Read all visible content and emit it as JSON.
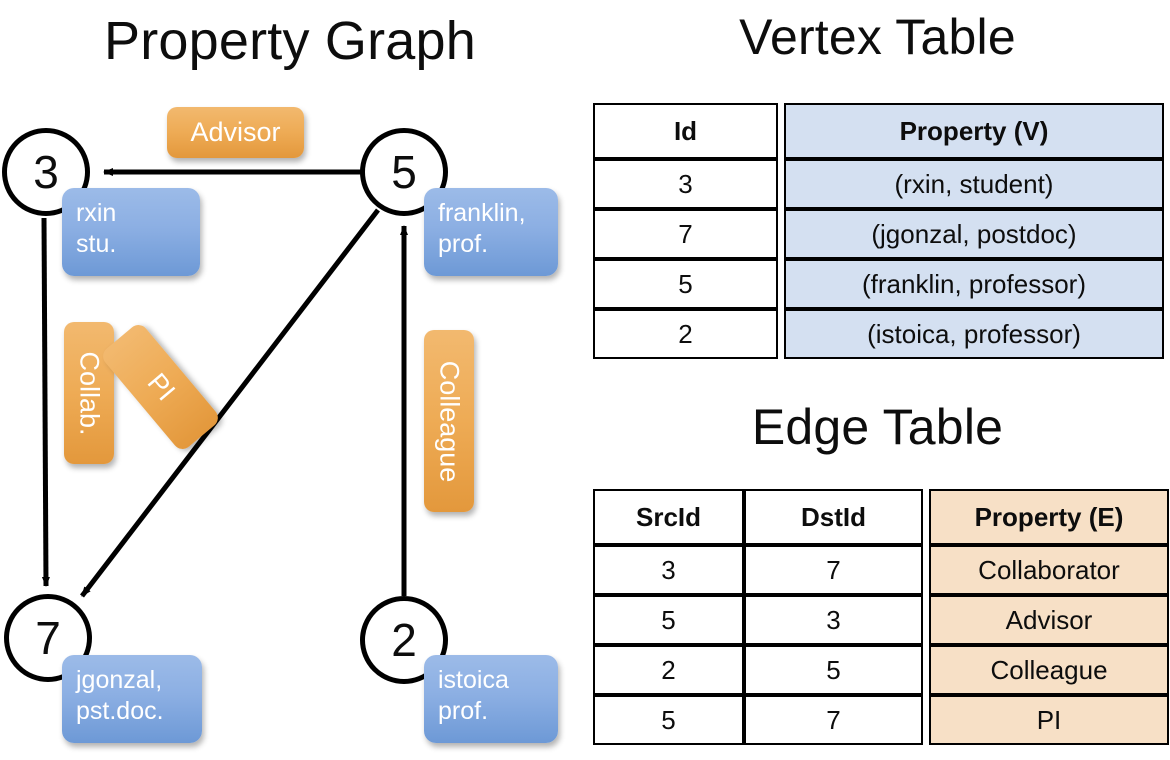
{
  "titles": {
    "property_graph": "Property Graph",
    "vertex_table": "Vertex Table",
    "edge_table": "Edge Table"
  },
  "colors": {
    "vertex_property_fill": "#d4e0f1",
    "edge_property_fill": "#f7e0c6",
    "node_property_box": "#8cafe3",
    "edge_label_box": "#eeab55",
    "stroke": "#000000"
  },
  "graph": {
    "nodes": [
      {
        "id": "3",
        "property_label": "rxin\nstu.",
        "property_line1": "rxin",
        "property_line2": "stu."
      },
      {
        "id": "5",
        "property_label": "franklin, prof.",
        "property_line1": "franklin,",
        "property_line2": "prof."
      },
      {
        "id": "7",
        "property_label": "jgonzal, pst.doc.",
        "property_line1": "jgonzal,",
        "property_line2": "pst.doc."
      },
      {
        "id": "2",
        "property_label": "istoica prof.",
        "property_line1": "istoica",
        "property_line2": "prof."
      }
    ],
    "edge_labels": [
      {
        "name": "advisor",
        "text": "Advisor",
        "orientation": "horizontal"
      },
      {
        "name": "collab",
        "text": "Collab.",
        "orientation": "vertical"
      },
      {
        "name": "pi",
        "text": "PI",
        "orientation": "diagonal"
      },
      {
        "name": "colleague",
        "text": "Colleague",
        "orientation": "vertical"
      }
    ],
    "edges": [
      {
        "from": "5",
        "to": "3",
        "label": "Advisor"
      },
      {
        "from": "3",
        "to": "7",
        "label": "Collab."
      },
      {
        "from": "5",
        "to": "7",
        "label": "PI"
      },
      {
        "from": "2",
        "to": "5",
        "label": "Colleague"
      }
    ]
  },
  "vertex_table": {
    "headers": [
      "Id",
      "Property (V)"
    ],
    "rows": [
      {
        "id": "3",
        "property": "(rxin, student)"
      },
      {
        "id": "7",
        "property": "(jgonzal, postdoc)"
      },
      {
        "id": "5",
        "property": "(franklin, professor)"
      },
      {
        "id": "2",
        "property": "(istoica, professor)"
      }
    ]
  },
  "edge_table": {
    "headers": [
      "SrcId",
      "DstId",
      "Property (E)"
    ],
    "rows": [
      {
        "src": "3",
        "dst": "7",
        "property": "Collaborator"
      },
      {
        "src": "5",
        "dst": "3",
        "property": "Advisor"
      },
      {
        "src": "2",
        "dst": "5",
        "property": "Colleague"
      },
      {
        "src": "5",
        "dst": "7",
        "property": "PI"
      }
    ]
  }
}
